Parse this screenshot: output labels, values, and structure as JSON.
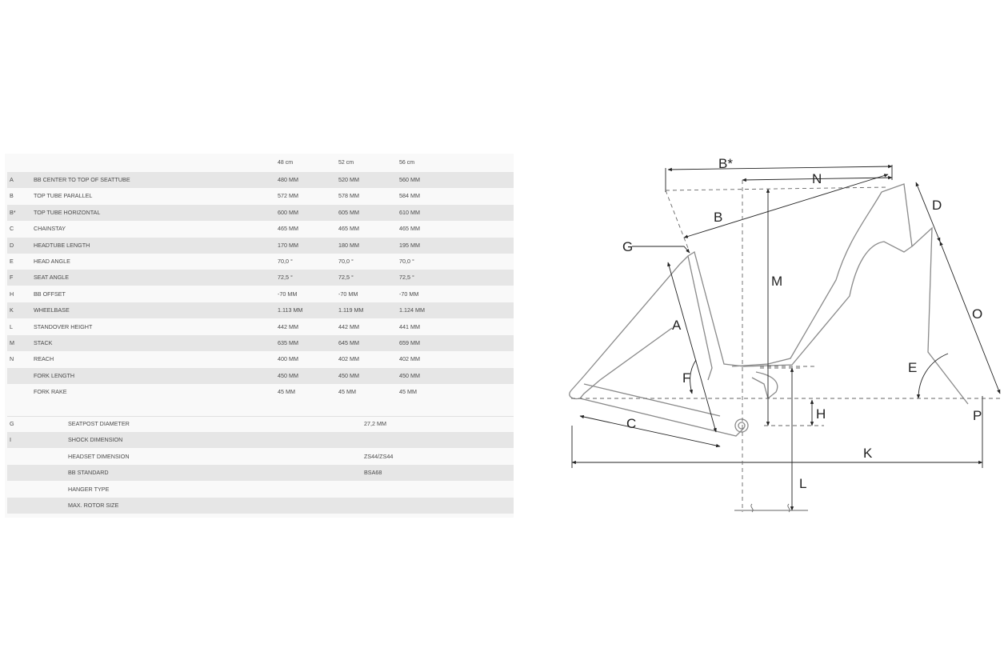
{
  "table": {
    "sizes": [
      "48 cm",
      "52 cm",
      "56 cm"
    ],
    "rows": [
      {
        "code": "A",
        "label": "BB CENTER TO TOP OF SEATTUBE",
        "values": [
          "480 MM",
          "520 MM",
          "560 MM"
        ]
      },
      {
        "code": "B",
        "label": "TOP TUBE PARALLEL",
        "values": [
          "572 MM",
          "578 MM",
          "584 MM"
        ]
      },
      {
        "code": "B*",
        "label": "TOP TUBE HORIZONTAL",
        "values": [
          "600 MM",
          "605 MM",
          "610 MM"
        ]
      },
      {
        "code": "C",
        "label": "CHAINSTAY",
        "values": [
          "465 MM",
          "465 MM",
          "465 MM"
        ]
      },
      {
        "code": "D",
        "label": "HEADTUBE LENGTH",
        "values": [
          "170 MM",
          "180 MM",
          "195 MM"
        ]
      },
      {
        "code": "E",
        "label": "HEAD ANGLE",
        "values": [
          "70,0 °",
          "70,0 °",
          "70,0 °"
        ]
      },
      {
        "code": "F",
        "label": "SEAT ANGLE",
        "values": [
          "72,5 °",
          "72,5 °",
          "72,5 °"
        ]
      },
      {
        "code": "H",
        "label": "BB OFFSET",
        "values": [
          "-70 MM",
          "-70 MM",
          "-70 MM"
        ]
      },
      {
        "code": "K",
        "label": "WHEELBASE",
        "values": [
          "1.113 MM",
          "1.119 MM",
          "1.124 MM"
        ]
      },
      {
        "code": "L",
        "label": "STANDOVER HEIGHT",
        "values": [
          "442 MM",
          "442 MM",
          "441 MM"
        ]
      },
      {
        "code": "M",
        "label": "STACK",
        "values": [
          "635 MM",
          "645 MM",
          "659 MM"
        ]
      },
      {
        "code": "N",
        "label": "REACH",
        "values": [
          "400 MM",
          "402 MM",
          "402 MM"
        ]
      },
      {
        "code": "",
        "label": "FORK LENGTH",
        "values": [
          "450 MM",
          "450 MM",
          "450 MM"
        ]
      },
      {
        "code": "",
        "label": "FORK RAKE",
        "values": [
          "45 MM",
          "45 MM",
          "45 MM"
        ]
      }
    ]
  },
  "table2": {
    "rows": [
      {
        "code": "G",
        "label": "SEATPOST DIAMETER",
        "value": "27,2 MM"
      },
      {
        "code": "I",
        "label": "SHOCK DIMENSION",
        "value": ""
      },
      {
        "code": "",
        "label": "HEADSET DIMENSION",
        "value": "ZS44/ZS44"
      },
      {
        "code": "",
        "label": "BB STANDARD",
        "value": "BSA68"
      },
      {
        "code": "",
        "label": "HANGER TYPE",
        "value": ""
      },
      {
        "code": "",
        "label": "MAX. ROTOR SIZE",
        "value": ""
      }
    ]
  },
  "diagram": {
    "labels": {
      "bstar": "B*",
      "n": "N",
      "b": "B",
      "d": "D",
      "g": "G",
      "m": "M",
      "a": "A",
      "o": "O",
      "f": "F",
      "e": "E",
      "h": "H",
      "p": "P",
      "c": "C",
      "k": "K",
      "l": "L"
    }
  }
}
